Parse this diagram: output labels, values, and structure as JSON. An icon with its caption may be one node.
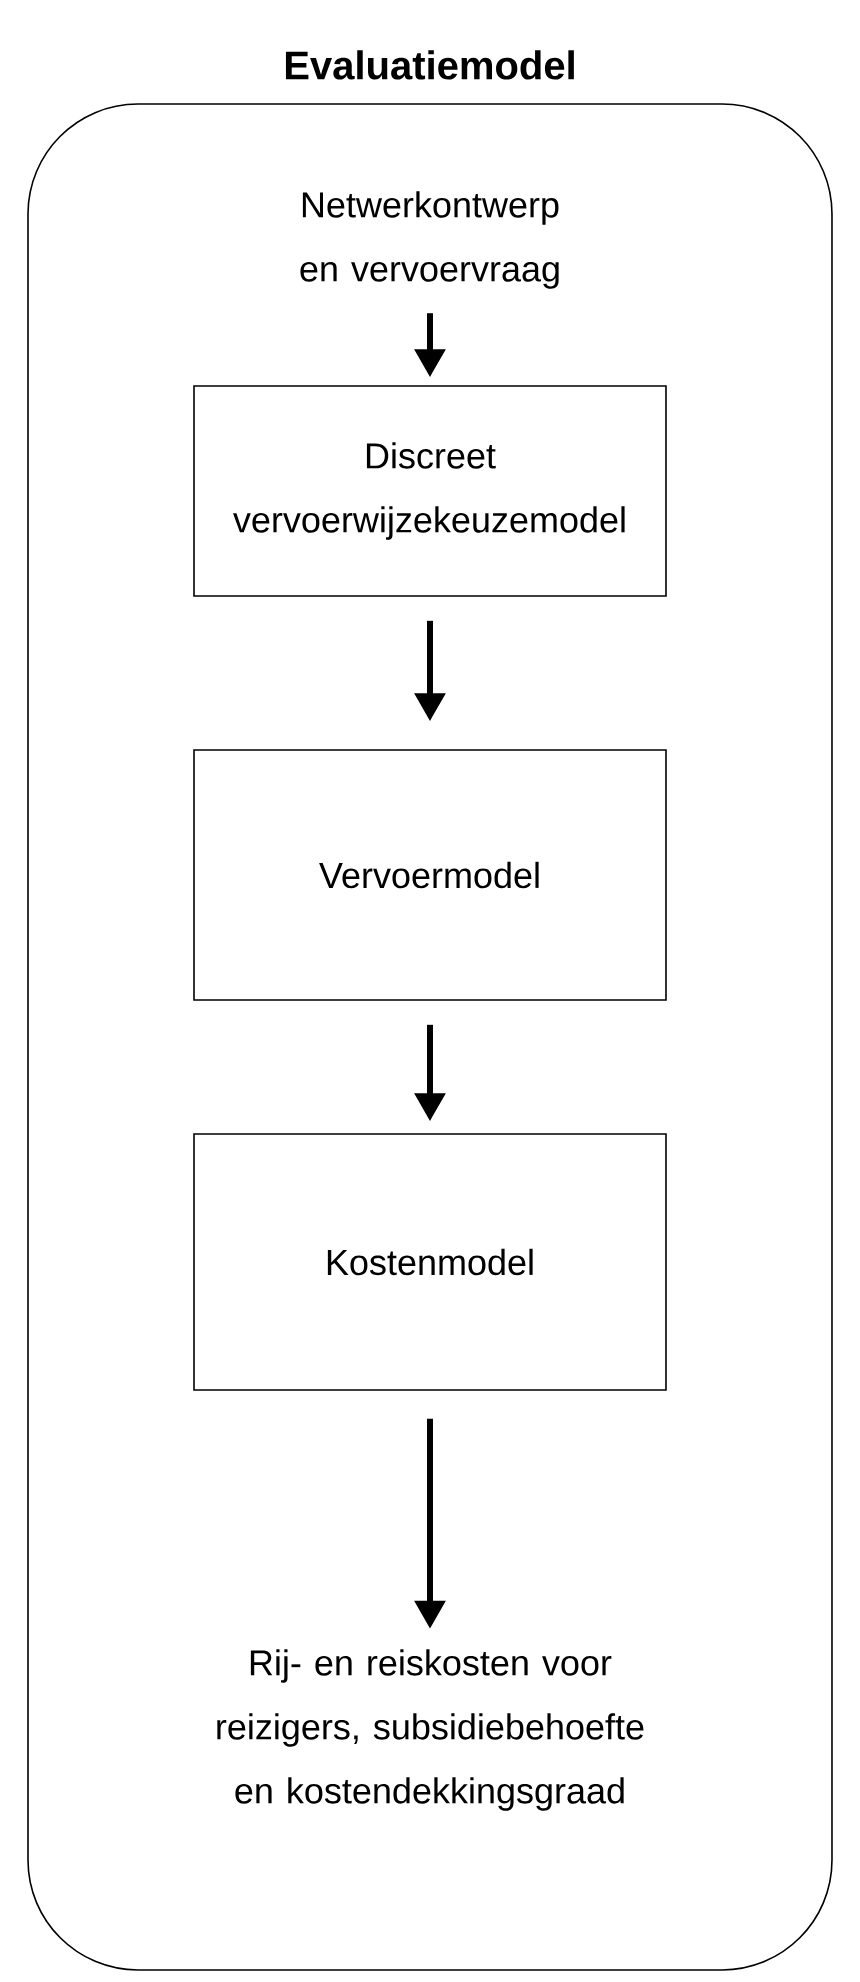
{
  "diagram": {
    "nodes": [
      {
        "text": [
          "Evaluatiemodel"
        ]
      },
      {
        "text": [
          "Netwerkontwerp en vervoervraag"
        ],
        "in": 0
      },
      {
        "text": [
          "Discreet vervoerwijzekeuzemodel"
        ],
        "in": 0
      },
      {
        "text": [
          "Vervoermodel"
        ],
        "in": 0
      },
      {
        "text": [
          "Kostenmodel"
        ],
        "in": 0
      },
      {
        "text": [
          "Rij- en reiskosten voor reizigers, subsidiebehoefte en kostendekkingsgraad"
        ],
        "in": 0
      }
    ],
    "edges": [
      {
        "from": 1,
        "to": 2,
        "arrow": "to"
      },
      {
        "from": 2,
        "to": 3,
        "arrow": "to"
      },
      {
        "from": 3,
        "to": 4,
        "arrow": "to"
      },
      {
        "from": 4,
        "to": 5,
        "arrow": "to"
      }
    ]
  }
}
